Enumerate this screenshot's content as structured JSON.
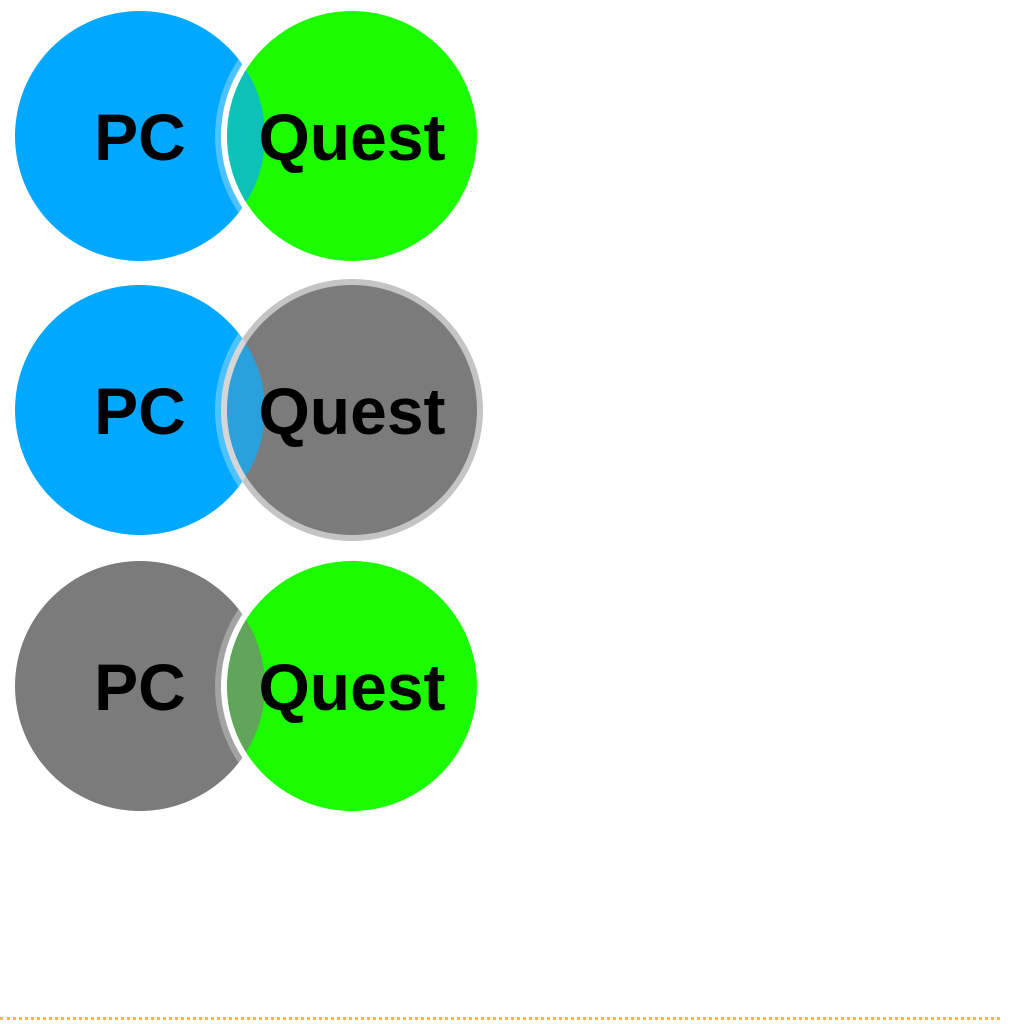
{
  "colors": {
    "pc_active": "#00a8ff",
    "quest_active": "#1cfc00",
    "inactive": "#7b7b7b",
    "inactive_ring": "#c4c4c4",
    "separator": "#ffffff",
    "overlap_pc_quest": "#0cc2b8",
    "overlap_pc_inactive": "#2aa0dc",
    "overlap_inactive_quest": "#61a55b",
    "rule": "#f5b74f"
  },
  "diagrams": [
    {
      "pc": {
        "label": "PC",
        "state": "active"
      },
      "quest": {
        "label": "Quest",
        "state": "active"
      },
      "overlap": "overlap_pc_quest"
    },
    {
      "pc": {
        "label": "PC",
        "state": "active"
      },
      "quest": {
        "label": "Quest",
        "state": "inactive"
      },
      "overlap": "overlap_pc_inactive"
    },
    {
      "pc": {
        "label": "PC",
        "state": "inactive"
      },
      "quest": {
        "label": "Quest",
        "state": "active"
      },
      "overlap": "overlap_inactive_quest"
    }
  ]
}
